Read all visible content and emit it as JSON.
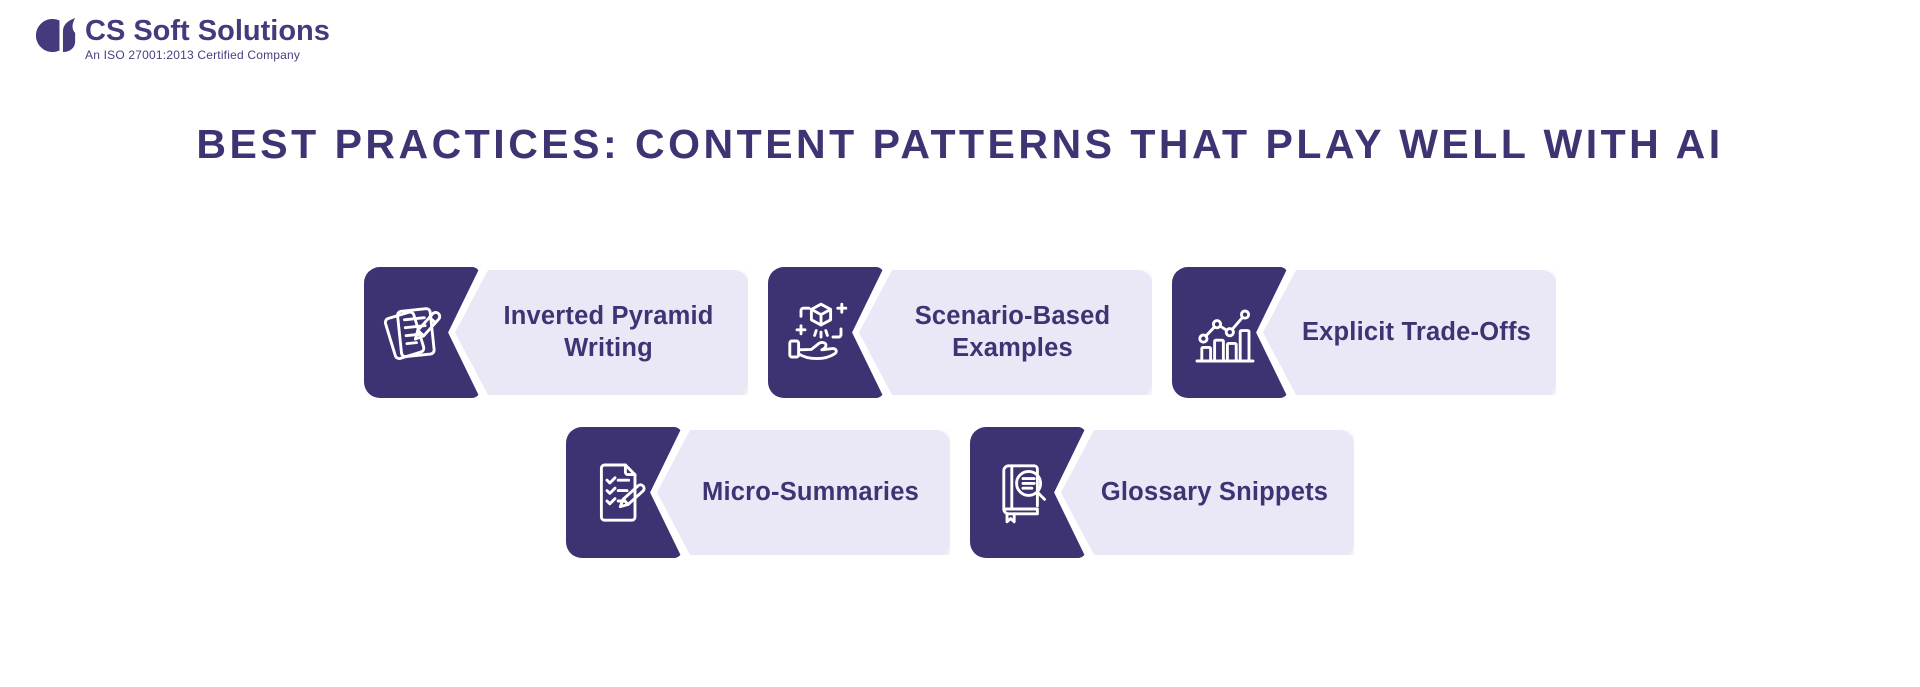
{
  "logo": {
    "name": "CS Soft Solutions",
    "tagline": "An ISO 27001:2013 Certified Company",
    "mark_icon": "cs-logo-mark",
    "color": "#453a7c"
  },
  "title": {
    "text": "BEST PRACTICES: CONTENT PATTERNS THAT PLAY WELL WITH AI",
    "color": "#3d3473"
  },
  "colors": {
    "dark_purple": "#3d3372",
    "lavender": "#eae7f7",
    "icon_stroke": "#ffffff",
    "background": "#ffffff"
  },
  "cards": {
    "row1": [
      {
        "label": "Inverted Pyramid\nWriting",
        "icon": "notepad-pencil-icon"
      },
      {
        "label": "Scenario-Based\nExamples",
        "icon": "hand-3d-cube-icon"
      },
      {
        "label": "Explicit Trade-Offs",
        "icon": "growth-chart-icon"
      }
    ],
    "row2": [
      {
        "label": "Micro-Summaries",
        "icon": "document-checklist-icon"
      },
      {
        "label": "Glossary Snippets",
        "icon": "book-magnifier-icon"
      }
    ]
  }
}
